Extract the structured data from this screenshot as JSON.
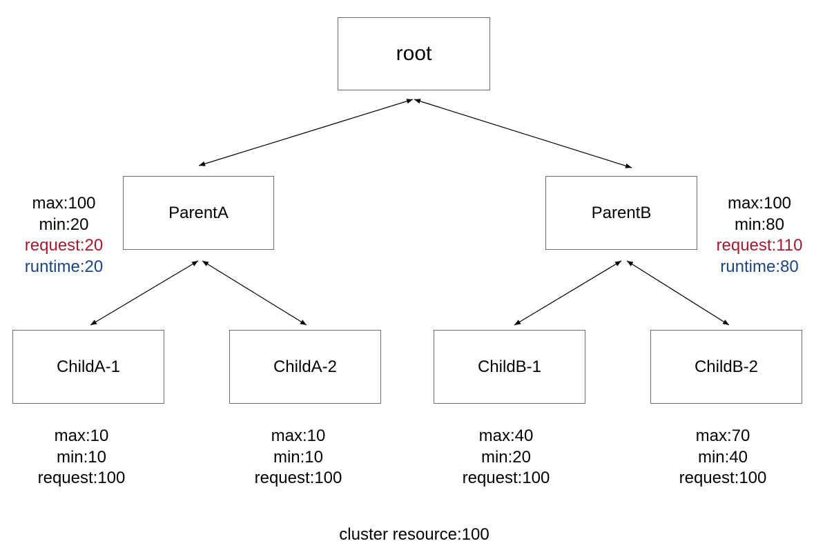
{
  "colors": {
    "request": "#a8192e",
    "runtime": "#1b4480",
    "border": "#6b6b6b",
    "edge": "#000000"
  },
  "nodes": {
    "root": "root",
    "parentA": "ParentA",
    "parentB": "ParentB",
    "childA1": "ChildA-1",
    "childA2": "ChildA-2",
    "childB1": "ChildB-1",
    "childB2": "ChildB-2"
  },
  "props": {
    "parentA": {
      "max": "max:100",
      "min": "min:20",
      "request": "request:20",
      "runtime": "runtime:20"
    },
    "parentB": {
      "max": "max:100",
      "min": "min:80",
      "request": "request:110",
      "runtime": "runtime:80"
    },
    "childA1": {
      "max": "max:10",
      "min": "min:10",
      "request": "request:100"
    },
    "childA2": {
      "max": "max:10",
      "min": "min:10",
      "request": "request:100"
    },
    "childB1": {
      "max": "max:40",
      "min": "min:20",
      "request": "request:100"
    },
    "childB2": {
      "max": "max:70",
      "min": "min:40",
      "request": "request:100"
    }
  },
  "edges": [
    {
      "from": "root",
      "to": "parentA",
      "directed": "both"
    },
    {
      "from": "root",
      "to": "parentB",
      "directed": "both"
    },
    {
      "from": "parentA",
      "to": "childA1",
      "directed": "both"
    },
    {
      "from": "parentA",
      "to": "childA2",
      "directed": "both"
    },
    {
      "from": "parentB",
      "to": "childB1",
      "directed": "both"
    },
    {
      "from": "parentB",
      "to": "childB2",
      "directed": "both"
    }
  ],
  "footer": "cluster resource:100"
}
